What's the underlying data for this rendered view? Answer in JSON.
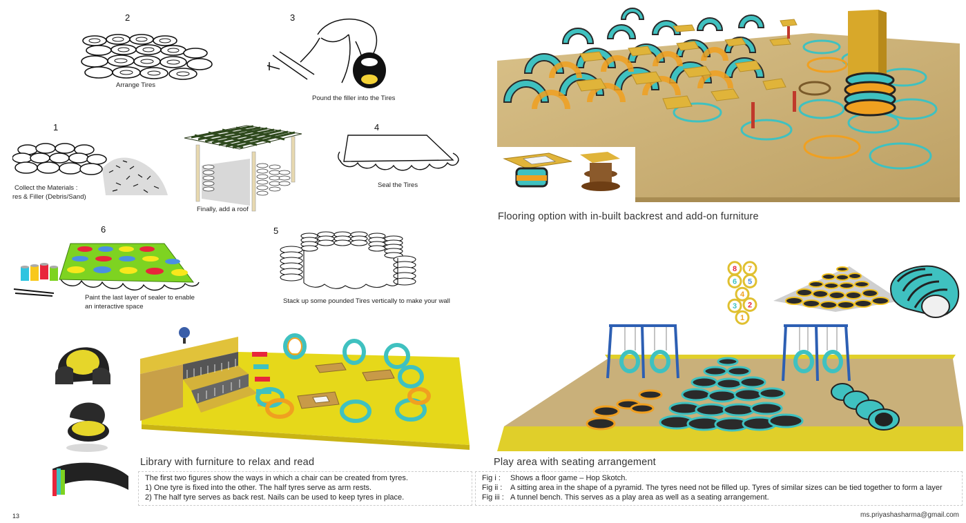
{
  "steps": {
    "s1": {
      "num": "1",
      "cap1": "Collect the Materials :",
      "cap2": "res & Filler (Debris/Sand)"
    },
    "s2": {
      "num": "2",
      "cap": "Arrange Tires"
    },
    "s3": {
      "num": "3",
      "cap": "Pound the filler into the Tires"
    },
    "s4": {
      "num": "4",
      "cap": "Seal the Tires"
    },
    "s5": {
      "num": "5",
      "cap": "Stack up some pounded Tires vertically to make your wall"
    },
    "s6": {
      "num": "6",
      "cap1": "Paint the last layer of sealer to enable",
      "cap2": "an interactive space"
    },
    "roof": {
      "cap": "Finally, add a roof"
    }
  },
  "flooring": {
    "title": "Flooring option with in-built backrest and add-on furniture"
  },
  "library": {
    "title": "Library with furniture to relax and read",
    "notes": [
      "The first two figures show  the ways in which a chair can be created from tyres.",
      "1) One tyre is fixed into the other. The  half tyres serve as arm rests.",
      "2) The half tyre serves as back rest. Nails can be used to keep tyres in place."
    ]
  },
  "play": {
    "title": "Play area with seating arrangement",
    "notes": [
      {
        "fig": "Fig i   :",
        "text": "Shows a floor game – Hop Skotch."
      },
      {
        "fig": "Fig ii  :",
        "text": "A sitting area in the shape of a pyramid. The tyres need not be filled up. Tyres of similar sizes can be tied together to  form a layer"
      },
      {
        "fig": "Fig iii :",
        "text": "A tunnel bench. This serves as a play area as well as a seating arrangement."
      }
    ]
  },
  "hopscotch": [
    "8",
    "7",
    "6",
    "5",
    "4",
    "3",
    "2",
    "1"
  ],
  "footer": {
    "page": "13",
    "email": "ms.priyashasharma@gmail.com"
  },
  "colors": {
    "yellow": "#e9d81a",
    "sand": "#c9b07a",
    "teal": "#3fc1c0",
    "orange": "#f0a020",
    "tyre": "#3a3a3a",
    "green": "#7ed321"
  }
}
